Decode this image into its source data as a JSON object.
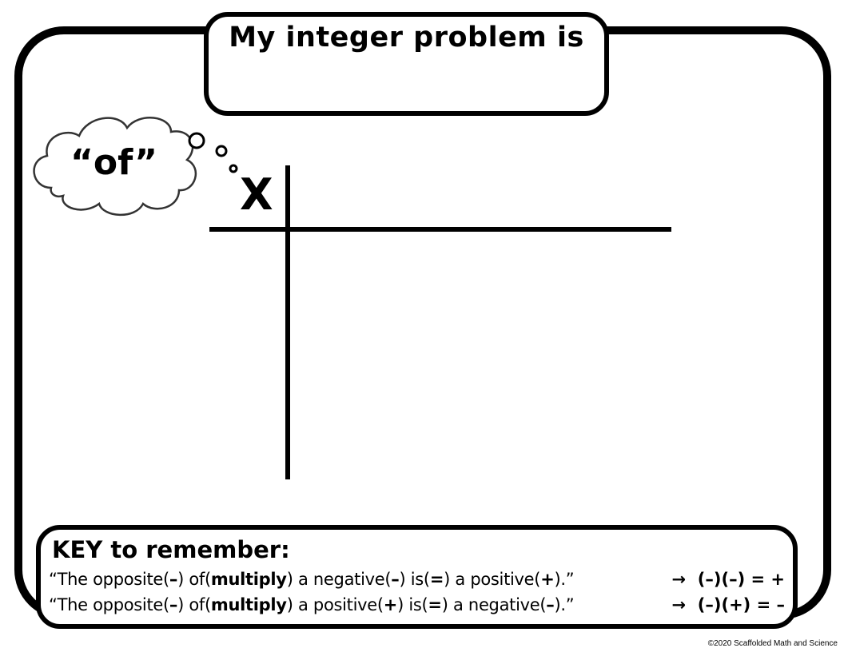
{
  "title": "My integer problem is",
  "thought_bubble": "“of”",
  "table_operator": "X",
  "key": {
    "heading": "KEY to remember:",
    "rules": [
      {
        "q1": "“The opposite(",
        "s1": "–",
        "t1": ")  of(",
        "b1": "multiply",
        "t2": ") a negative(",
        "s2": "–",
        "t3": ") is(",
        "s3": "=",
        "t4": ") a positive(",
        "s4": "+",
        "t5": ").”",
        "arrow": "→",
        "result": "(–)(–) = +"
      },
      {
        "q1": "“The opposite(",
        "s1": "–",
        "t1": ")  of(",
        "b1": "multiply",
        "t2": ") a positive(",
        "s2": "+",
        "t3": ") is(",
        "s3": "=",
        "t4": ") a negative(",
        "s4": "–",
        "t5": ").”",
        "arrow": "→",
        "result": "(–)(+) = –"
      }
    ]
  },
  "copyright": "©2020 Scaffolded Math and Science"
}
